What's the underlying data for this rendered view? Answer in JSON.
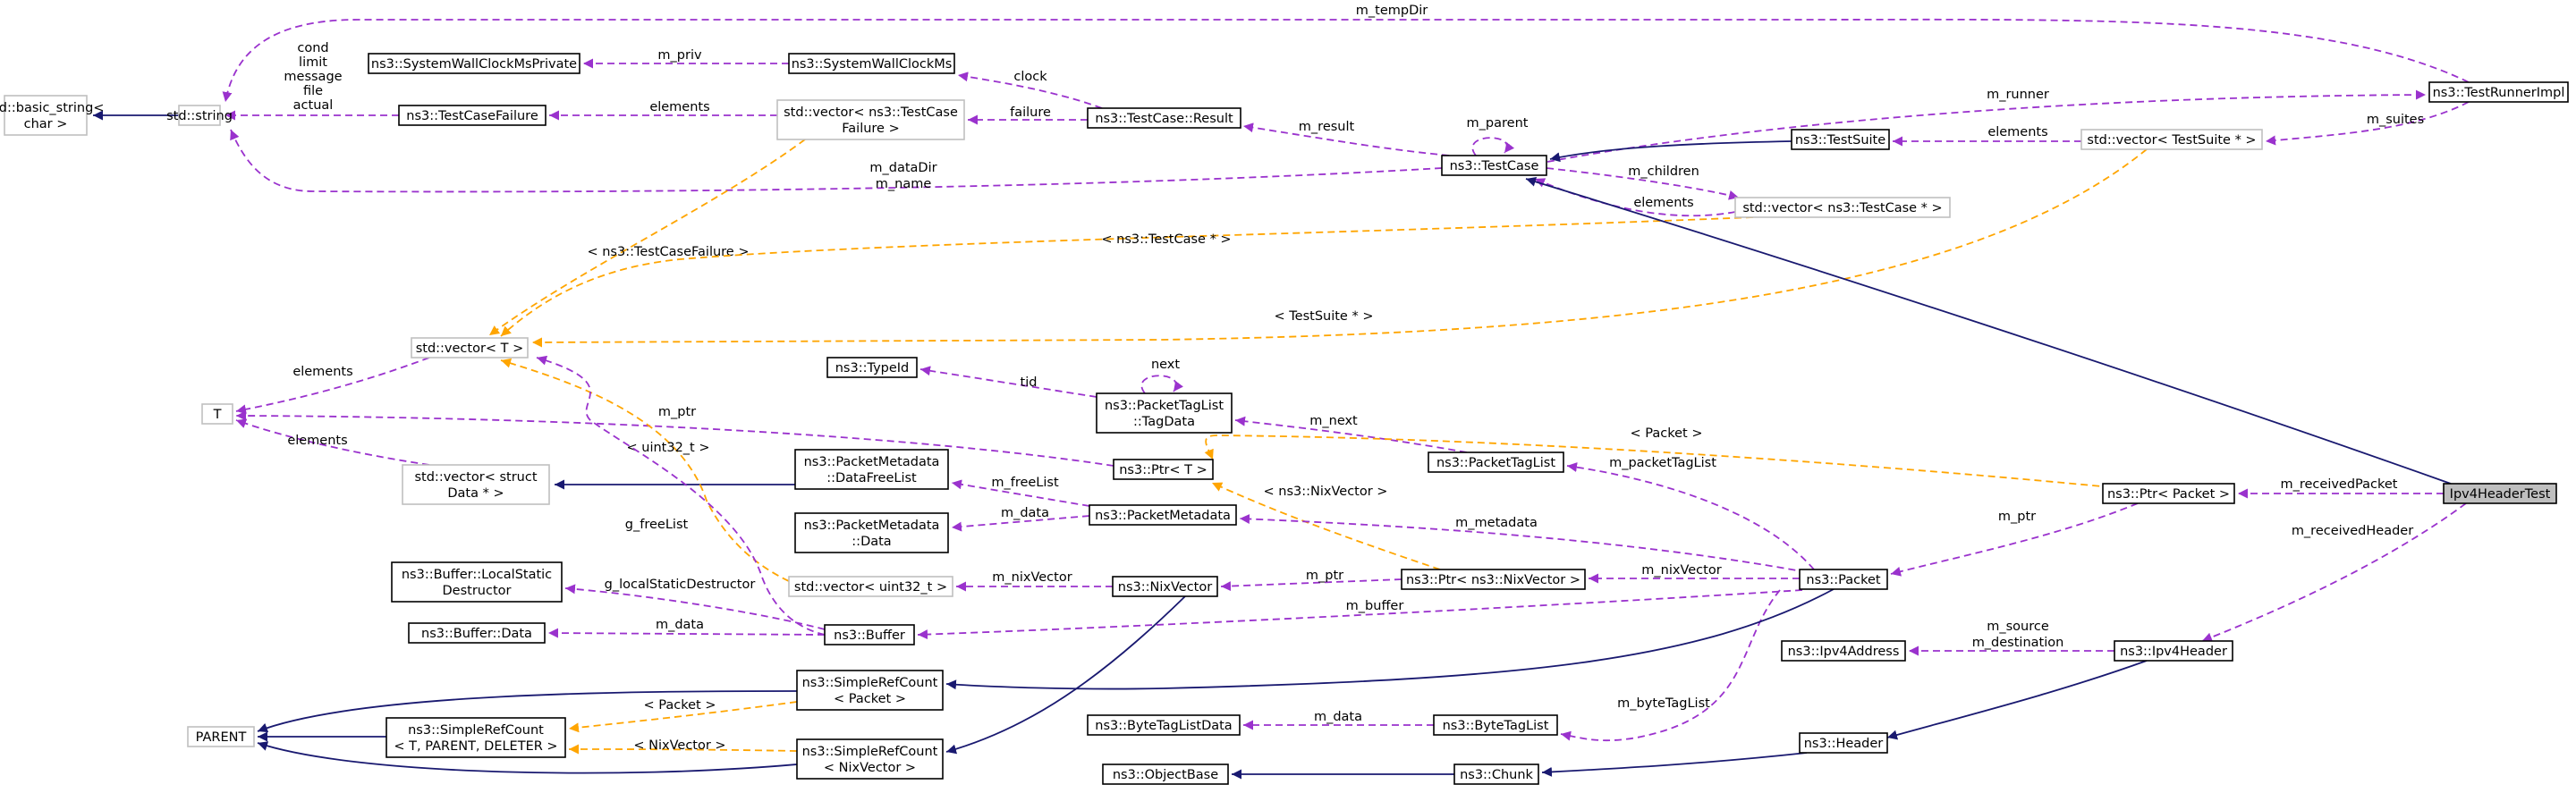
{
  "colors": {
    "usage_edge": "#9a32cd",
    "template_edge": "#ffa500",
    "inheritance_edge": "#191970",
    "focus_node_fill": "#bfbfbf"
  },
  "nodes": [
    {
      "id": "basic_string",
      "lines": [
        "std::basic_string<",
        "char >"
      ],
      "external": true
    },
    {
      "id": "string",
      "lines": [
        "std::string"
      ],
      "external": true
    },
    {
      "id": "tcf",
      "lines": [
        "ns3::TestCaseFailure"
      ]
    },
    {
      "id": "swcp",
      "lines": [
        "ns3::SystemWallClockMsPrivate"
      ]
    },
    {
      "id": "swc",
      "lines": [
        "ns3::SystemWallClockMs"
      ]
    },
    {
      "id": "vec_tcf",
      "lines": [
        "std::vector< ns3::TestCase",
        "Failure >"
      ],
      "external": true
    },
    {
      "id": "result",
      "lines": [
        "ns3::TestCase::Result"
      ]
    },
    {
      "id": "testcase",
      "lines": [
        "ns3::TestCase"
      ]
    },
    {
      "id": "testsuite",
      "lines": [
        "ns3::TestSuite"
      ]
    },
    {
      "id": "vec_ts",
      "lines": [
        "std::vector< TestSuite * >"
      ],
      "external": true
    },
    {
      "id": "runner",
      "lines": [
        "ns3::TestRunnerImpl"
      ]
    },
    {
      "id": "vec_tc",
      "lines": [
        "std::vector< ns3::TestCase * >"
      ],
      "external": true
    },
    {
      "id": "vec_t",
      "lines": [
        "std::vector< T >"
      ],
      "external": true
    },
    {
      "id": "t",
      "lines": [
        "T"
      ],
      "external": true
    },
    {
      "id": "typeid",
      "lines": [
        "ns3::TypeId"
      ]
    },
    {
      "id": "tagdata",
      "lines": [
        "ns3::PacketTagList",
        "::TagData"
      ]
    },
    {
      "id": "ptr_t",
      "lines": [
        "ns3::Ptr< T >"
      ]
    },
    {
      "id": "ptl",
      "lines": [
        "ns3::PacketTagList"
      ]
    },
    {
      "id": "vec_data",
      "lines": [
        "std::vector< struct",
        "Data * >"
      ],
      "external": true
    },
    {
      "id": "pm_dfl",
      "lines": [
        "ns3::PacketMetadata",
        "::DataFreeList"
      ]
    },
    {
      "id": "pm_data",
      "lines": [
        "ns3::PacketMetadata",
        "::Data"
      ]
    },
    {
      "id": "pm",
      "lines": [
        "ns3::PacketMetadata"
      ]
    },
    {
      "id": "ptr_packet",
      "lines": [
        "ns3::Ptr< Packet >"
      ]
    },
    {
      "id": "test",
      "lines": [
        "Ipv4HeaderTest"
      ],
      "focus": true
    },
    {
      "id": "lsd",
      "lines": [
        "ns3::Buffer::LocalStatic",
        "Destructor"
      ]
    },
    {
      "id": "vec_u32",
      "lines": [
        "std::vector< uint32_t >"
      ],
      "external": true
    },
    {
      "id": "nixvector",
      "lines": [
        "ns3::NixVector"
      ]
    },
    {
      "id": "ptr_nix",
      "lines": [
        "ns3::Ptr< ns3::NixVector >"
      ]
    },
    {
      "id": "packet",
      "lines": [
        "ns3::Packet"
      ]
    },
    {
      "id": "bufdata",
      "lines": [
        "ns3::Buffer::Data"
      ]
    },
    {
      "id": "buffer",
      "lines": [
        "ns3::Buffer"
      ]
    },
    {
      "id": "ipv4addr",
      "lines": [
        "ns3::Ipv4Address"
      ]
    },
    {
      "id": "ipv4hdr",
      "lines": [
        "ns3::Ipv4Header"
      ]
    },
    {
      "id": "src_packet",
      "lines": [
        "ns3::SimpleRefCount",
        "< Packet >"
      ]
    },
    {
      "id": "parent",
      "lines": [
        "PARENT"
      ],
      "external": true
    },
    {
      "id": "src_t",
      "lines": [
        "ns3::SimpleRefCount",
        "< T, PARENT, DELETER >"
      ]
    },
    {
      "id": "src_nix",
      "lines": [
        "ns3::SimpleRefCount",
        "< NixVector >"
      ]
    },
    {
      "id": "btld",
      "lines": [
        "ns3::ByteTagListData"
      ]
    },
    {
      "id": "btl",
      "lines": [
        "ns3::ByteTagList"
      ]
    },
    {
      "id": "header",
      "lines": [
        "ns3::Header"
      ]
    },
    {
      "id": "objbase",
      "lines": [
        "ns3::ObjectBase"
      ]
    },
    {
      "id": "chunk",
      "lines": [
        "ns3::Chunk"
      ]
    }
  ],
  "edges": [
    {
      "from": "runner",
      "to": "string",
      "kind": "usage",
      "label": [
        "m_tempDir"
      ]
    },
    {
      "from": "string",
      "to": "basic_string",
      "kind": "inheritance"
    },
    {
      "from": "tcf",
      "to": "string",
      "kind": "usage",
      "label": [
        "cond",
        "limit",
        "message",
        "file",
        "actual"
      ]
    },
    {
      "from": "swc",
      "to": "swcp",
      "kind": "usage",
      "label": [
        "m_priv"
      ]
    },
    {
      "from": "vec_tcf",
      "to": "tcf",
      "kind": "usage",
      "label": [
        "elements"
      ]
    },
    {
      "from": "result",
      "to": "swc",
      "kind": "usage",
      "label": [
        "clock"
      ]
    },
    {
      "from": "result",
      "to": "vec_tcf",
      "kind": "usage",
      "label": [
        "failure"
      ]
    },
    {
      "from": "testcase",
      "to": "result",
      "kind": "usage",
      "label": [
        "m_result"
      ]
    },
    {
      "from": "testcase",
      "to": "testcase",
      "kind": "usage",
      "label": [
        "m_parent"
      ]
    },
    {
      "from": "testcase",
      "to": "runner",
      "kind": "usage",
      "label": [
        "m_runner"
      ]
    },
    {
      "from": "testsuite",
      "to": "testcase",
      "kind": "inheritance"
    },
    {
      "from": "vec_ts",
      "to": "testsuite",
      "kind": "usage",
      "label": [
        "elements"
      ]
    },
    {
      "from": "runner",
      "to": "vec_ts",
      "kind": "usage",
      "label": [
        "m_suites"
      ]
    },
    {
      "from": "testcase",
      "to": "string",
      "kind": "usage",
      "label": [
        "m_dataDir",
        "m_name"
      ]
    },
    {
      "from": "testcase",
      "to": "vec_tc",
      "kind": "usage",
      "label": [
        "m_children"
      ]
    },
    {
      "from": "vec_tc",
      "to": "testcase",
      "kind": "usage",
      "label": [
        "elements"
      ]
    },
    {
      "from": "vec_tcf",
      "to": "vec_t",
      "kind": "template",
      "label": [
        "< ns3::TestCaseFailure >"
      ]
    },
    {
      "from": "vec_tc",
      "to": "vec_t",
      "kind": "template",
      "label": [
        "< ns3::TestCase * >"
      ]
    },
    {
      "from": "vec_ts",
      "to": "vec_t",
      "kind": "template",
      "label": [
        "< TestSuite * >"
      ]
    },
    {
      "from": "vec_t",
      "to": "t",
      "kind": "usage",
      "label": [
        "elements"
      ]
    },
    {
      "from": "tagdata",
      "to": "typeid",
      "kind": "usage",
      "label": [
        "tid"
      ]
    },
    {
      "from": "tagdata",
      "to": "tagdata",
      "kind": "usage",
      "label": [
        "next"
      ]
    },
    {
      "from": "ptr_t",
      "to": "t",
      "kind": "usage",
      "label": [
        "m_ptr"
      ]
    },
    {
      "from": "vec_data",
      "to": "t",
      "kind": "usage",
      "label": [
        "elements"
      ]
    },
    {
      "from": "ptl",
      "to": "tagdata",
      "kind": "usage",
      "label": [
        "m_next"
      ]
    },
    {
      "from": "ptr_packet",
      "to": "ptr_t",
      "kind": "template",
      "label": [
        "< Packet >"
      ]
    },
    {
      "from": "pm_dfl",
      "to": "vec_data",
      "kind": "inheritance"
    },
    {
      "from": "pm",
      "to": "pm_dfl",
      "kind": "usage",
      "label": [
        "m_freeList"
      ]
    },
    {
      "from": "pm",
      "to": "pm_data",
      "kind": "usage",
      "label": [
        "m_data"
      ]
    },
    {
      "from": "ptr_nix",
      "to": "ptr_t",
      "kind": "template",
      "label": [
        "< ns3::NixVector >"
      ]
    },
    {
      "from": "vec_u32",
      "to": "vec_t",
      "kind": "template",
      "label": [
        "< uint32_t >"
      ]
    },
    {
      "from": "buffer",
      "to": "vec_t",
      "kind": "usage",
      "label": [
        "g_freeList"
      ]
    },
    {
      "from": "test",
      "to": "testcase",
      "kind": "inheritance"
    },
    {
      "from": "test",
      "to": "ptr_packet",
      "kind": "usage",
      "label": [
        "m_receivedPacket"
      ]
    },
    {
      "from": "test",
      "to": "ipv4hdr",
      "kind": "usage",
      "label": [
        "m_receivedHeader"
      ]
    },
    {
      "from": "ptr_packet",
      "to": "packet",
      "kind": "usage",
      "label": [
        "m_ptr"
      ]
    },
    {
      "from": "packet",
      "to": "ptl",
      "kind": "usage",
      "label": [
        "m_packetTagList"
      ]
    },
    {
      "from": "packet",
      "to": "pm",
      "kind": "usage",
      "label": [
        "m_metadata"
      ]
    },
    {
      "from": "packet",
      "to": "ptr_nix",
      "kind": "usage",
      "label": [
        "m_nixVector"
      ]
    },
    {
      "from": "packet",
      "to": "buffer",
      "kind": "usage",
      "label": [
        "m_buffer"
      ]
    },
    {
      "from": "packet",
      "to": "btl",
      "kind": "usage",
      "label": [
        "m_byteTagList"
      ]
    },
    {
      "from": "ptr_nix",
      "to": "nixvector",
      "kind": "usage",
      "label": [
        "m_ptr"
      ]
    },
    {
      "from": "nixvector",
      "to": "vec_u32",
      "kind": "usage",
      "label": [
        "m_nixVector"
      ]
    },
    {
      "from": "buffer",
      "to": "lsd",
      "kind": "usage",
      "label": [
        "g_localStaticDestructor"
      ]
    },
    {
      "from": "buffer",
      "to": "bufdata",
      "kind": "usage",
      "label": [
        "m_data"
      ]
    },
    {
      "from": "packet",
      "to": "src_packet",
      "kind": "inheritance"
    },
    {
      "from": "nixvector",
      "to": "src_nix",
      "kind": "inheritance"
    },
    {
      "from": "src_packet",
      "to": "parent",
      "kind": "inheritance"
    },
    {
      "from": "src_t",
      "to": "parent",
      "kind": "inheritance"
    },
    {
      "from": "src_nix",
      "to": "parent",
      "kind": "inheritance"
    },
    {
      "from": "src_packet",
      "to": "src_t",
      "kind": "template",
      "label": [
        "< Packet >"
      ]
    },
    {
      "from": "src_nix",
      "to": "src_t",
      "kind": "template",
      "label": [
        "< NixVector >"
      ]
    },
    {
      "from": "ipv4hdr",
      "to": "ipv4addr",
      "kind": "usage",
      "label": [
        "m_source",
        "m_destination"
      ]
    },
    {
      "from": "ipv4hdr",
      "to": "header",
      "kind": "inheritance"
    },
    {
      "from": "btl",
      "to": "btld",
      "kind": "usage",
      "label": [
        "m_data"
      ]
    },
    {
      "from": "header",
      "to": "chunk",
      "kind": "inheritance"
    },
    {
      "from": "chunk",
      "to": "objbase",
      "kind": "inheritance"
    }
  ]
}
